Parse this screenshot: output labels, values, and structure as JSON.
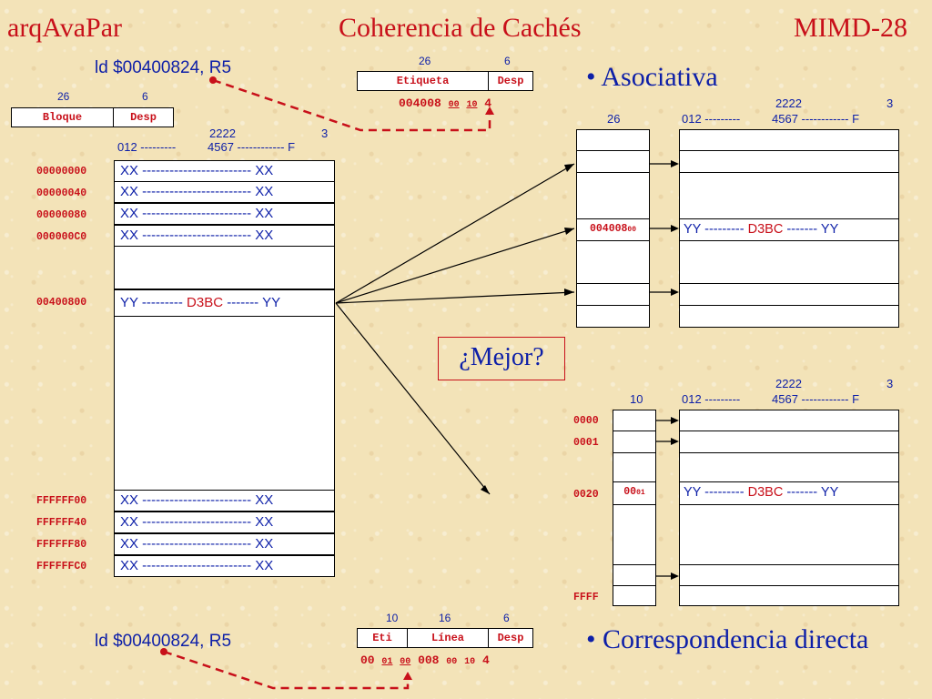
{
  "header": {
    "left": "arqAvaPar",
    "center": "Coherencia de Cachés",
    "right": "MIMD-28"
  },
  "instructions": {
    "top": "ld $00400824, R5",
    "bottom": "ld $00400824, R5"
  },
  "assoc_addr": {
    "bits": [
      "26",
      "6"
    ],
    "fields": [
      "Etiqueta",
      "Desp"
    ],
    "value": [
      "004008",
      "00",
      "10",
      "4"
    ]
  },
  "mem_addr": {
    "bits": [
      "26",
      "6"
    ],
    "fields": [
      "Bloque",
      "Desp"
    ]
  },
  "mem_header": {
    "top": [
      "2222",
      "3"
    ],
    "bottom": [
      "012 ---------",
      "4567 ------------ F"
    ]
  },
  "memory": {
    "top_rows": [
      {
        "addr": "00000000",
        "text": "XX ------------------------ XX"
      },
      {
        "addr": "00000040",
        "text": "XX ------------------------ XX"
      },
      {
        "addr": "00000080",
        "text": "XX ------------------------ XX"
      },
      {
        "addr": "000000C0",
        "text": "XX ------------------------ XX"
      }
    ],
    "mid_row": {
      "addr": "00400800",
      "text": [
        "YY --------- ",
        "D3BC",
        " ------- YY"
      ]
    },
    "bottom_rows": [
      {
        "addr": "FFFFFF00",
        "text": "XX ------------------------ XX"
      },
      {
        "addr": "FFFFFF40",
        "text": "XX ------------------------ XX"
      },
      {
        "addr": "FFFFFF80",
        "text": "XX ------------------------ XX"
      },
      {
        "addr": "FFFFFFC0",
        "text": "XX ------------------------ XX"
      }
    ]
  },
  "assoc_cache": {
    "bullet": "• Asociativa",
    "tag_bits": "26",
    "data_header": {
      "top": [
        "2222",
        "3"
      ],
      "bottom": [
        "012 ---------",
        "4567 ------------ F"
      ]
    },
    "tag_value": [
      "004008",
      "00"
    ],
    "line_text": [
      "YY --------- ",
      "D3BC",
      " ------- YY"
    ]
  },
  "mejor": "¿Mejor?",
  "direct_cache": {
    "tag_bits": "10",
    "data_header": {
      "top": [
        "2222",
        "3"
      ],
      "bottom": [
        "012 ---------",
        "4567 ------------ F"
      ]
    },
    "line_labels": [
      "0000",
      "0001",
      "0020",
      "FFFF"
    ],
    "tag_value": [
      "00",
      "01"
    ],
    "line_text": [
      "YY --------- ",
      "D3BC",
      " ------- YY"
    ],
    "bullet": "• Correspondencia directa"
  },
  "direct_addr": {
    "bits": [
      "10",
      "16",
      "6"
    ],
    "fields": [
      "Eti",
      "Línea",
      "Desp"
    ],
    "value": [
      "00",
      "01",
      "00",
      "008",
      "00",
      "10",
      "4"
    ]
  },
  "colors": {
    "red": "#c8101a",
    "blue": "#0d1fa8",
    "background": "#f3e3b8"
  }
}
